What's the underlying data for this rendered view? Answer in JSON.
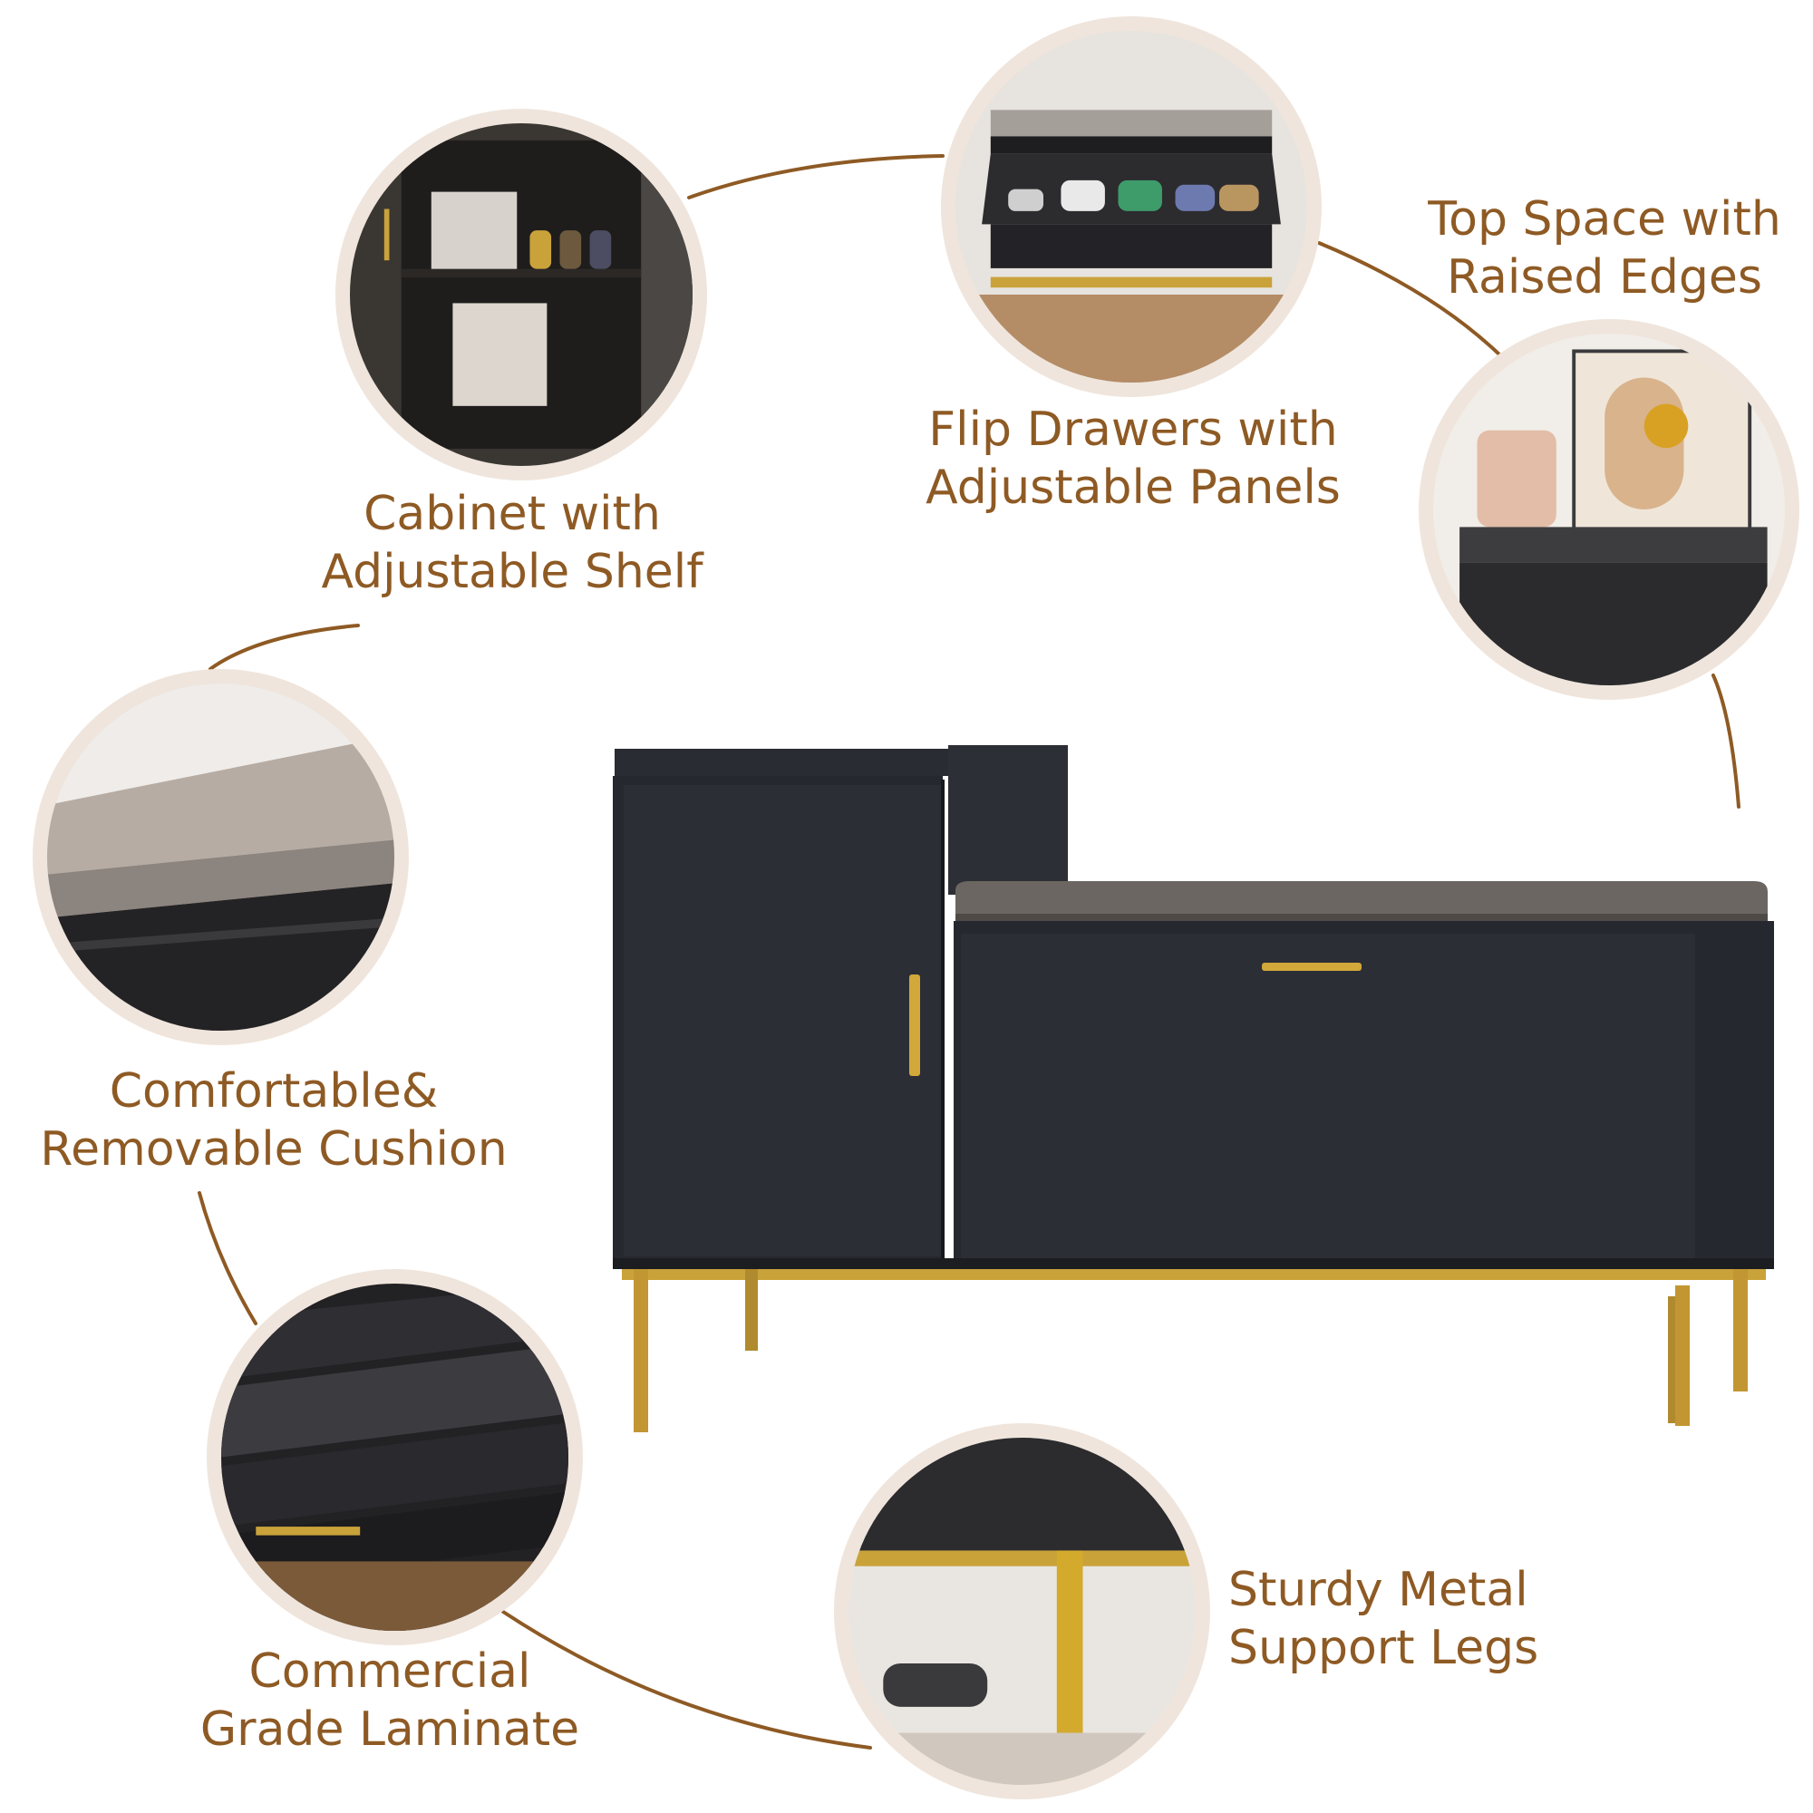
{
  "features": [
    {
      "id": "cabinet",
      "lines": [
        "Cabinet with",
        "Adjustable Shelf"
      ]
    },
    {
      "id": "flip",
      "lines": [
        "Flip Drawers with",
        "Adjustable Panels"
      ]
    },
    {
      "id": "top",
      "lines": [
        "Top Space with",
        "Raised Edges"
      ]
    },
    {
      "id": "cushion",
      "lines": [
        "Comfortable&",
        "Removable Cushion"
      ]
    },
    {
      "id": "laminate",
      "lines": [
        "Commercial",
        "Grade Laminate"
      ]
    },
    {
      "id": "legs",
      "lines": [
        "Sturdy Metal",
        "Support Legs"
      ]
    }
  ],
  "colors": {
    "accent": "#8e5a24",
    "ring": "#efe5dc",
    "wood": "#2a2c33",
    "gold": "#c9a23a",
    "cushion": "#6b6661"
  }
}
